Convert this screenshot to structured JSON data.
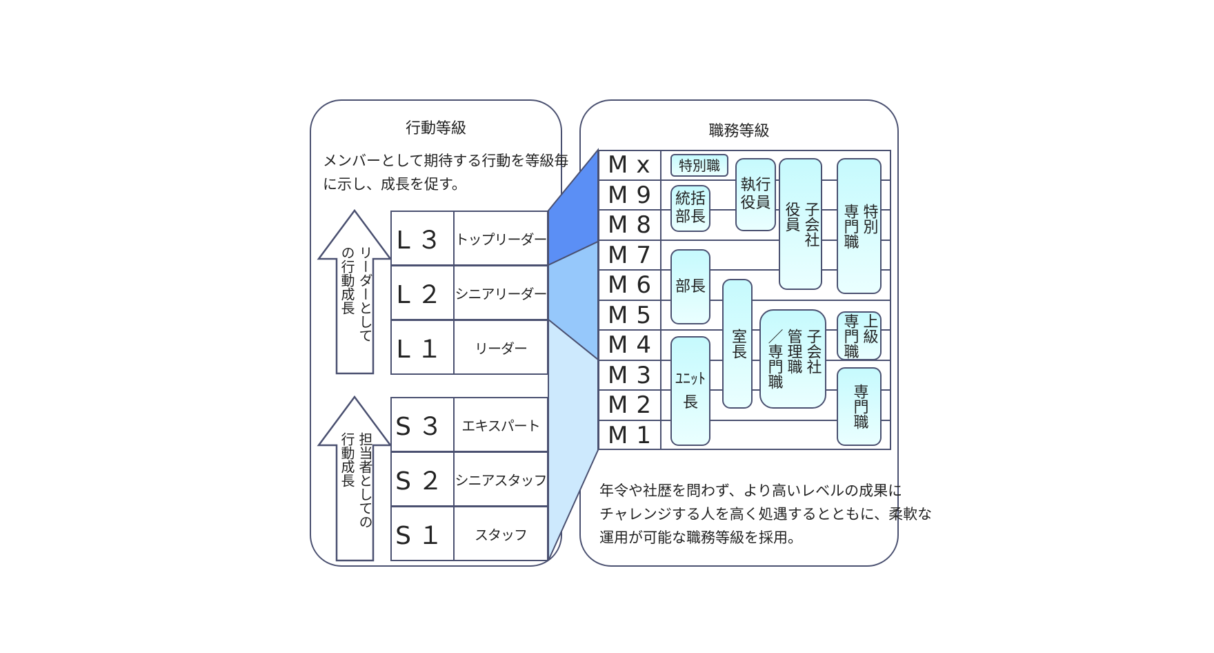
{
  "behavior_panel": {
    "title": "行動等級",
    "description": "メンバーとして期待する行動を等級毎\nに示し、成長を促す。",
    "leader_arrow": "リーダーとして\nの行動成長",
    "staff_arrow": "担当者としての\n行動成長",
    "leader_grades": [
      {
        "code": "L３",
        "name": "トップリーダー"
      },
      {
        "code": "L２",
        "name": "シニアリーダー"
      },
      {
        "code": "L１",
        "name": "リーダー"
      }
    ],
    "staff_grades": [
      {
        "code": "S３",
        "name": "エキスパート"
      },
      {
        "code": "S２",
        "name": "シニアスタッフ"
      },
      {
        "code": "S１",
        "name": "スタッフ"
      }
    ]
  },
  "job_panel": {
    "title": "職務等級",
    "grades": [
      "Mx",
      "M9",
      "M8",
      "M7",
      "M6",
      "M5",
      "M4",
      "M3",
      "M2",
      "M1"
    ],
    "positions": {
      "special": "特別職",
      "general_manager": "統括\n部長",
      "executive": "執行\n役員",
      "sub_officer": "子会社\n役員",
      "special_expert": "特別\n専門職",
      "manager": "部長",
      "section_chief": "室長",
      "sub_manager": "子会社\n管理職\n／専門職",
      "senior_expert": "上級\n専門職",
      "expert": "専門職",
      "unit_leader": "ﾕﾆｯﾄ\n長"
    },
    "description": "年令や社歴を問わず、より高いレベルの成果に\nチャレンジする人を高く処遇するとともに、柔軟な\n運用が可能な職務等級を採用。"
  },
  "colors": {
    "dark": "#5b8ff5",
    "mid": "#96c8fb",
    "light": "#cde9fd",
    "box": "#c6fafd"
  }
}
